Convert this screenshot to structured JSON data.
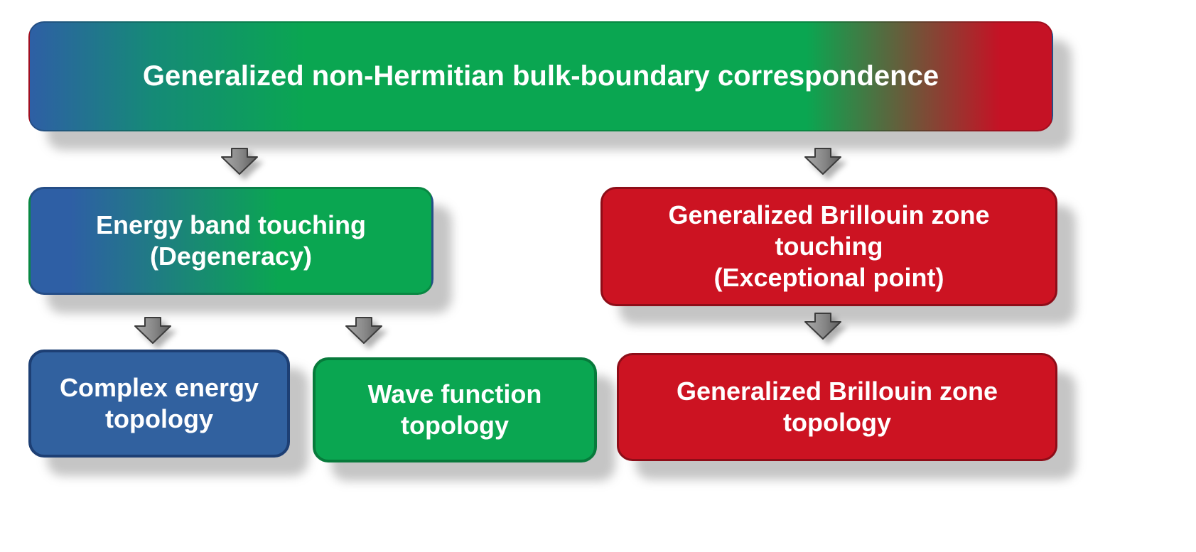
{
  "diagram": {
    "nodes": {
      "root": {
        "label": "Generalized non-Hermitian bulk-boundary correspondence"
      },
      "energy_band": {
        "label": "Energy band touching\n(Degeneracy)"
      },
      "gbz_touching": {
        "label": "Generalized Brillouin zone\ntouching\n(Exceptional point)"
      },
      "complex_energy": {
        "label": "Complex energy\ntopology"
      },
      "wave_function": {
        "label": "Wave function\ntopology"
      },
      "gbz_topology": {
        "label": "Generalized Brillouin zone\ntopology"
      }
    },
    "colors": {
      "blue": "#2e5fa5",
      "green": "#0aa651",
      "red": "#cc1322",
      "text": "#ffffff",
      "arrow_gray": "#8a8a8a"
    }
  }
}
